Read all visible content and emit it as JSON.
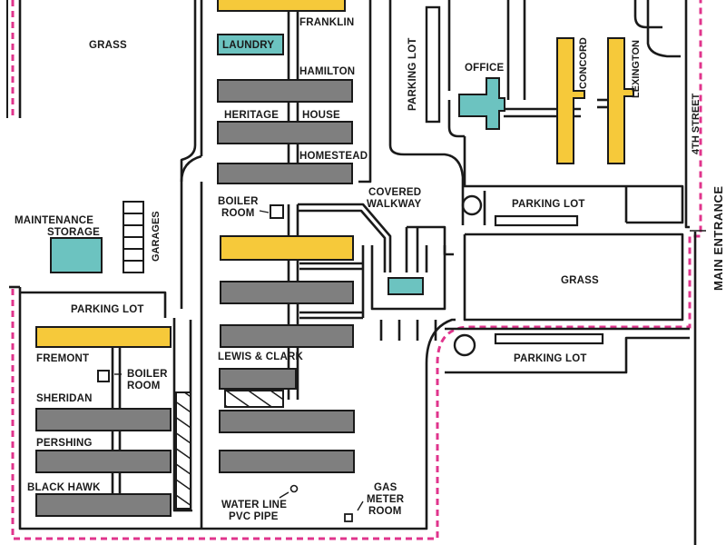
{
  "colors": {
    "building_existing": "#7f7f7f",
    "building_highlight": "#f6c93a",
    "building_service": "#6cc3c0",
    "boundary": "#e0348c",
    "path": "#1a1a1a",
    "background": "#ffffff"
  },
  "labels": {
    "grass_top": "GRASS",
    "franklin": "FRANKLIN",
    "laundry": "LAUNDRY",
    "hamilton": "HAMILTON",
    "heritage": "HERITAGE",
    "house": "HOUSE",
    "homestead": "HOMESTEAD",
    "boiler_room_1_line1": "BOILER",
    "boiler_room_1_line2": "ROOM",
    "maintenance_line1": "MAINTENANCE",
    "maintenance_line2": "STORAGE",
    "garages": "GARAGES",
    "parking_lot_left": "PARKING LOT",
    "fremont": "FREMONT",
    "boiler_room_2_line1": "BOILER",
    "boiler_room_2_line2": "ROOM",
    "sheridan": "SHERIDAN",
    "pershing": "PERSHING",
    "black_hawk": "BLACK HAWK",
    "lewis_clark": "LEWIS & CLARK",
    "water_line_1": "WATER LINE",
    "water_line_2": "PVC PIPE",
    "gas_meter_1": "GAS",
    "gas_meter_2": "METER",
    "gas_meter_3": "ROOM",
    "covered_walkway_1": "COVERED",
    "covered_walkway_2": "WALKWAY",
    "parking_lot_vertical": "PARKING LOT",
    "office": "OFFICE",
    "concord": "CONCORD",
    "lexington": "LEXINGTON",
    "fourth_street": "4TH STREET",
    "main_entrance": "MAIN ENTRANCE",
    "parking_lot_right_top": "PARKING LOT",
    "grass_right": "GRASS",
    "parking_lot_right_bottom": "PARKING LOT"
  }
}
